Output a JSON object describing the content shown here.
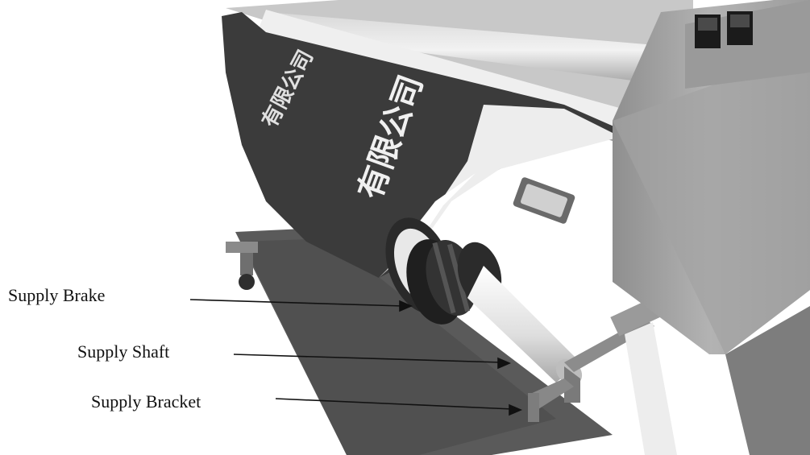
{
  "callouts": [
    {
      "key": "brake",
      "label": "Supply Brake"
    },
    {
      "key": "shaft",
      "label": "Supply Shaft"
    },
    {
      "key": "bracket",
      "label": "Supply Bracket"
    }
  ],
  "banner_text": "有限公司",
  "colors": {
    "background": "#ffffff",
    "film": "#3b3b3b",
    "machine_body": "#a9a9a9",
    "shaft": "#e4e4e4",
    "brake": "#222222",
    "arrow": "#111111",
    "label_text": "#111111"
  }
}
